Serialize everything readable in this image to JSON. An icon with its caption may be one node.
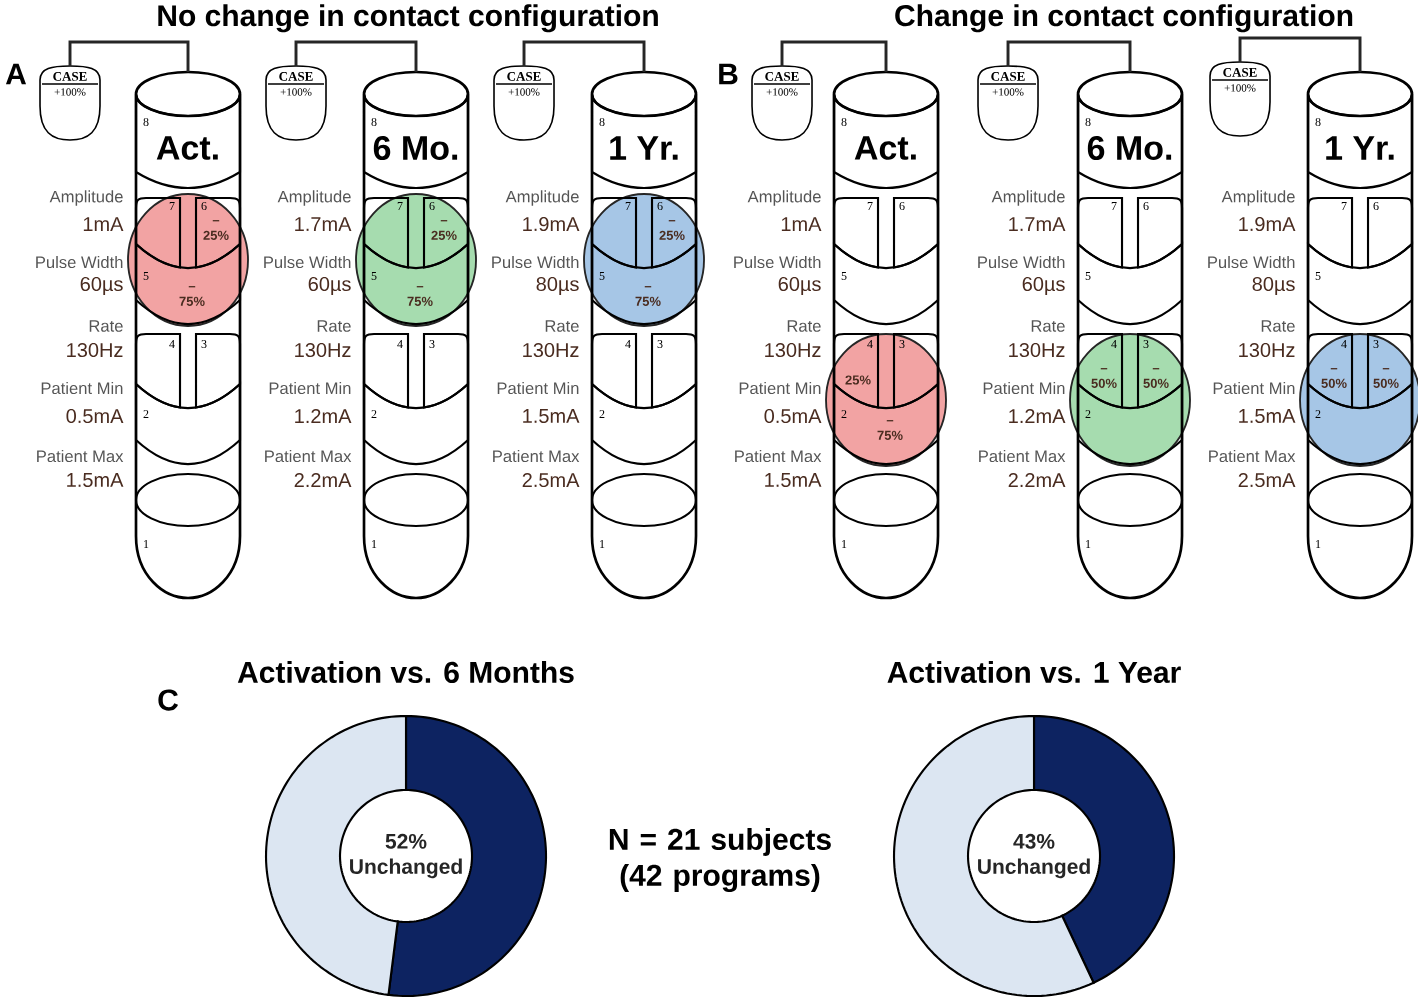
{
  "diagram": {
    "nodes": [
      {
        "text": [
          "CASE",
          "+100%"
        ]
      },
      {
        "text": [
          "8",
          "Act.",
          "4",
          "3",
          "2",
          "1"
        ],
        "beside": [
          "Amplitude",
          "1mA",
          "Pulse Width",
          "60µs",
          "Rate",
          "130Hz",
          "Patient Min",
          "0.5mA",
          "Patient Max",
          "1.5mA"
        ]
      },
      {
        "text": [
          "7",
          "6",
          "– 25%",
          "5",
          "– 75%"
        ]
      },
      {
        "text": [
          "CASE",
          "+100%"
        ]
      },
      {
        "text": [
          "8",
          "6 Mo.",
          "4",
          "3",
          "2",
          "1"
        ],
        "beside": [
          "Amplitude",
          "1.7mA",
          "Pulse Width",
          "60µs",
          "Rate",
          "130Hz",
          "Patient Min",
          "1.2mA",
          "Patient Max",
          "2.2mA"
        ]
      },
      {
        "text": [
          "7",
          "6",
          "– 25%",
          "5",
          "– 75%"
        ]
      },
      {
        "text": [
          "CASE",
          "+100%"
        ]
      },
      {
        "text": [
          "8",
          "1 Yr.",
          "4",
          "3",
          "2",
          "1"
        ],
        "beside": [
          "Amplitude",
          "1.9mA",
          "Pulse Width",
          "80µs",
          "Rate",
          "130Hz",
          "Patient Min",
          "1.5mA",
          "Patient Max",
          "2.5mA"
        ]
      },
      {
        "text": [
          "7",
          "6",
          "– 25%",
          "5",
          "– 75%"
        ]
      },
      {
        "text": [
          "CASE",
          "+100%"
        ]
      },
      {
        "text": [
          "8",
          "Act.",
          "7",
          "6",
          "5",
          "1"
        ],
        "beside": [
          "Amplitude",
          "1mA",
          "Pulse Width",
          "60µs",
          "Rate",
          "130Hz",
          "Patient Min",
          "0.5mA",
          "Patient Max",
          "1.5mA"
        ]
      },
      {
        "text": [
          "4",
          "3",
          "25%",
          "2",
          "– 75%"
        ]
      },
      {
        "text": [
          "CASE",
          "+100%"
        ]
      },
      {
        "text": [
          "8",
          "6 Mo.",
          "7",
          "6",
          "5",
          "1"
        ],
        "beside": [
          "Amplitude",
          "1.7mA",
          "Pulse Width",
          "60µs",
          "Rate",
          "130Hz",
          "Patient Min",
          "1.2mA",
          "Patient Max",
          "2.2mA"
        ]
      },
      {
        "text": [
          "4",
          "3",
          "– 50%",
          "– 50%",
          "2"
        ]
      },
      {
        "text": [
          "CASE",
          "+100%"
        ]
      },
      {
        "text": [
          "8",
          "1 Yr.",
          "7",
          "6",
          "5",
          "1"
        ],
        "beside": [
          "Amplitude",
          "1.9mA",
          "Pulse Width",
          "80µs",
          "Rate",
          "130Hz",
          "Patient Min",
          "1.5mA",
          "Patient Max",
          "2.5mA"
        ]
      },
      {
        "text": [
          "4",
          "3",
          "– 50%",
          "– 50%",
          "2"
        ]
      }
    ],
    "edges": [
      {
        "from": 0,
        "to": 1,
        "arrow": "none"
      },
      {
        "from": 3,
        "to": 4,
        "arrow": "none"
      },
      {
        "from": 6,
        "to": 7,
        "arrow": "none"
      },
      {
        "from": 9,
        "to": 10,
        "arrow": "none"
      },
      {
        "from": 12,
        "to": 13,
        "arrow": "none"
      },
      {
        "from": 15,
        "to": 16,
        "arrow": "none"
      }
    ],
    "labels": [
      "No change in contact configuration",
      "Change in contact configuration",
      "A",
      "B",
      "C",
      "N = 21 subjects (42 programs)"
    ],
    "chart_data": [
      {
        "type": "donut",
        "title": "Activation vs. 6 Months",
        "values": [
          52,
          48
        ],
        "annotations": [
          "52% Unchanged"
        ]
      },
      {
        "type": "donut",
        "title": "Activation vs. 1 Year",
        "values": [
          43,
          57
        ],
        "annotations": [
          "43% Unchanged"
        ]
      }
    ]
  }
}
